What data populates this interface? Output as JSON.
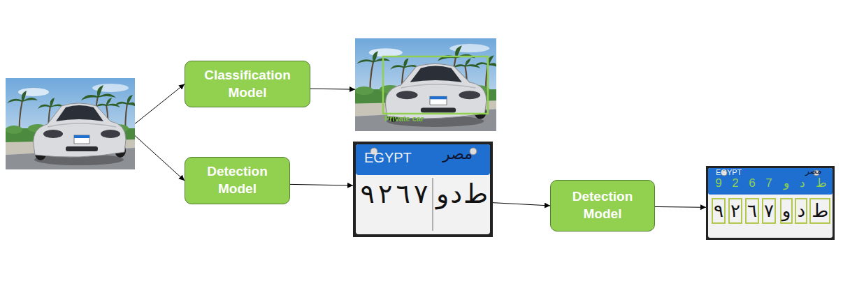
{
  "diagram": {
    "nodes": [
      {
        "text": []
      },
      {
        "text": [
          "Classification Model"
        ]
      },
      {
        "text": [
          "Private car"
        ]
      },
      {
        "text": [
          "Detection Model"
        ]
      },
      {
        "text": [
          "EGYPT",
          "مصر",
          "٩",
          "٢",
          "٦",
          "٧",
          "و",
          "د",
          "ط"
        ]
      },
      {
        "text": [
          "Detection Model"
        ]
      },
      {
        "text": [
          "EGYPT",
          "مصر",
          "9",
          "2",
          "6",
          "7",
          "و",
          "د",
          "ط",
          "٩",
          "٢",
          "٦",
          "٧",
          "و",
          "د",
          "ط"
        ]
      }
    ],
    "edges": [
      {
        "from": 0,
        "to": 1,
        "arrow": "to"
      },
      {
        "from": 0,
        "to": 3,
        "arrow": "to"
      },
      {
        "from": 1,
        "to": 2,
        "arrow": "to"
      },
      {
        "from": 3,
        "to": 4,
        "arrow": "to"
      },
      {
        "from": 4,
        "to": 5,
        "arrow": "to"
      },
      {
        "from": 5,
        "to": 6,
        "arrow": "to"
      }
    ]
  }
}
